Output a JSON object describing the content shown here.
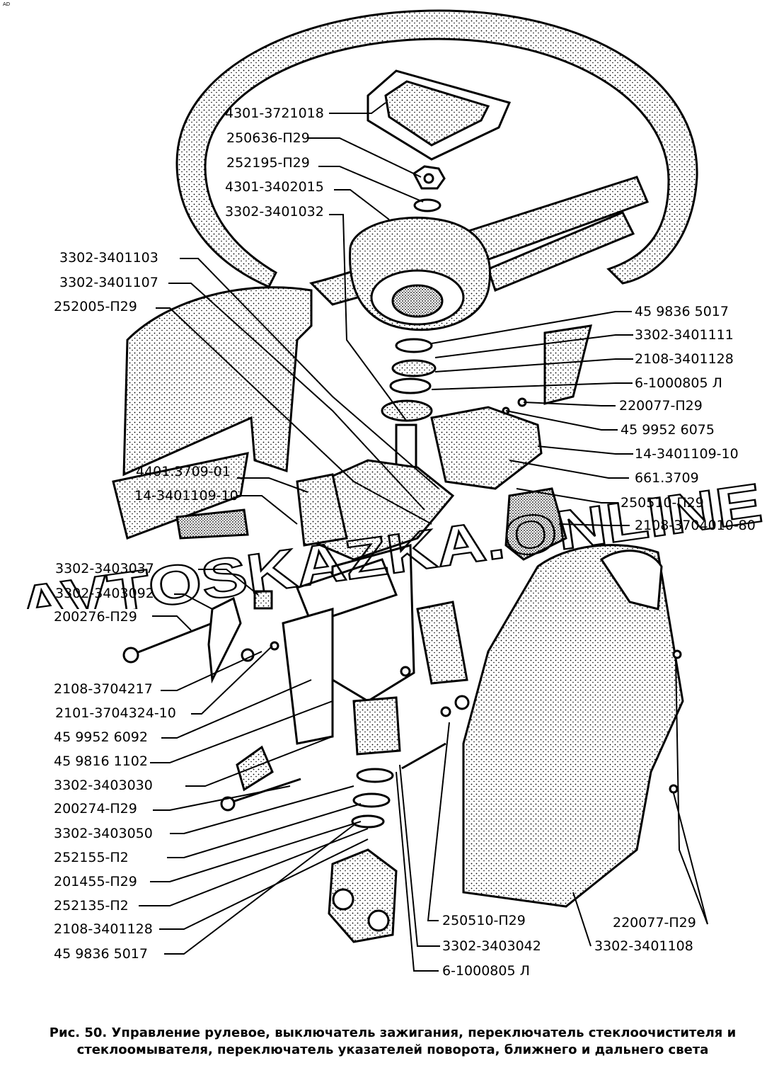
{
  "corner_mark": "AD",
  "watermark": "AVTOSKAZKA.ONLINE",
  "caption": {
    "line1": "Рис. 50. Управление рулевое, выключатель зажигания, переключатель стеклоочистителя и",
    "line2": "стеклоомывателя, переключатель указателей поворота, ближнего и дальнего света"
  },
  "labels": {
    "l1": "4301-3721018",
    "l2": "250636-П29",
    "l3": "252195-П29",
    "l4": "4301-3402015",
    "l5": "3302-3401032",
    "l6": "3302-3401103",
    "l7": "3302-3401107",
    "l8": "252005-П29",
    "l9": "4401.3709-01",
    "l10": "14-3401109-10",
    "l11": "3302-3403037",
    "l12": "3302-3403092",
    "l13": "200276-П29",
    "l14": "2108-3704217",
    "l15": "2101-3704324-10",
    "l16": "45 9952 6092",
    "l17": "45 9816 1102",
    "l18": "3302-3403030",
    "l19": "200274-П29",
    "l20": "3302-3403050",
    "l21": "252155-П2",
    "l22": "201455-П29",
    "l23": "252135-П2",
    "l24": "2108-3401128",
    "l25": "45 9836 5017",
    "r1": "45 9836 5017",
    "r2": "3302-3401111",
    "r3": "2108-3401128",
    "r4": "6-1000805 Л",
    "r5": "220077-П29",
    "r6": "45 9952 6075",
    "r7": "14-3401109-10",
    "r8": "661.3709",
    "r9": "250510-П29",
    "r10": "2108-3704010-80",
    "b1": "250510-П29",
    "b2": "3302-3403042",
    "b3": "6-1000805 Л",
    "b4": "220077-П29",
    "b5": "3302-3401108"
  }
}
